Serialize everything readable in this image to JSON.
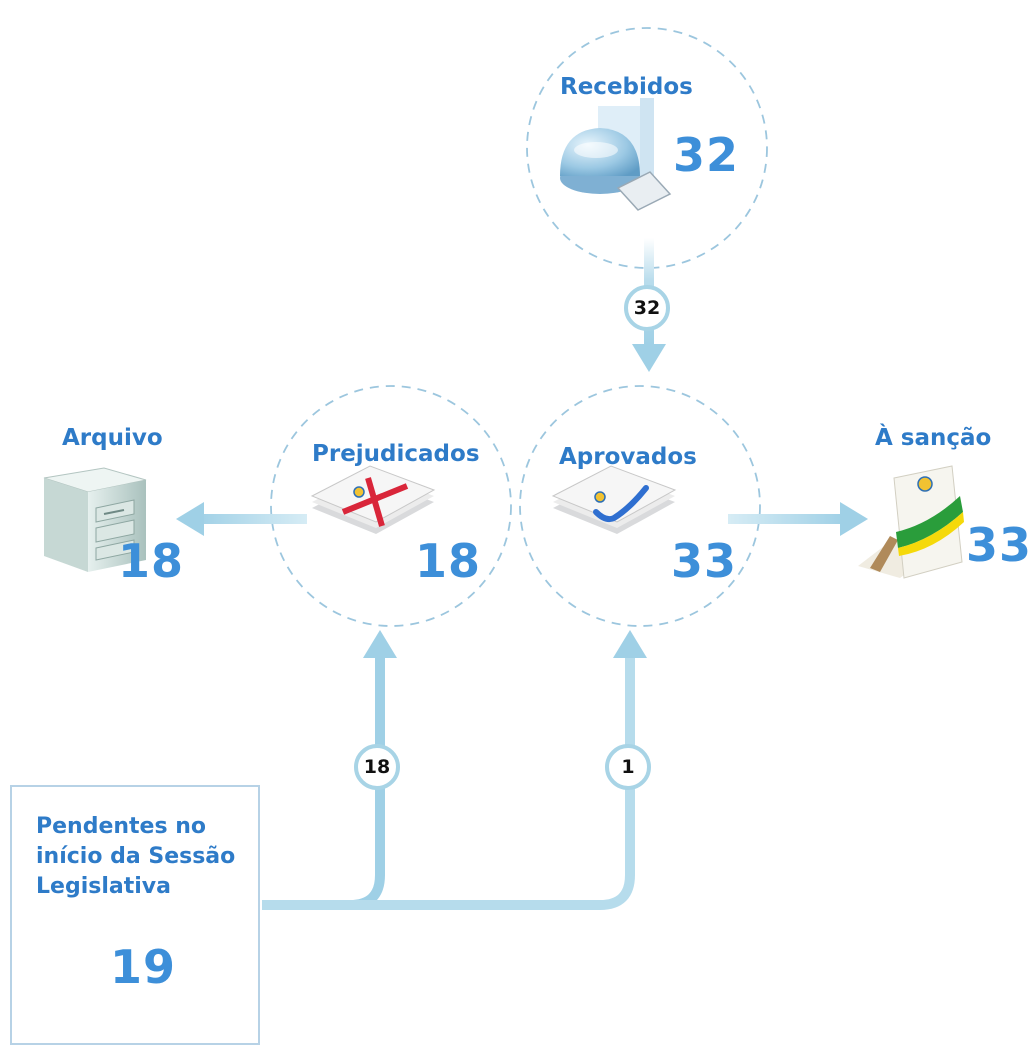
{
  "nodes": {
    "recebidos": {
      "label": "Recebidos",
      "count": "32"
    },
    "prejudicados": {
      "label": "Prejudicados",
      "count": "18"
    },
    "aprovados": {
      "label": "Aprovados",
      "count": "33"
    },
    "arquivo": {
      "label": "Arquivo",
      "count": "18"
    },
    "sancao": {
      "label": "À sanção",
      "count": "33"
    },
    "pendentes": {
      "label": "Pendentes no início da Sessão Legislativa",
      "count": "19"
    }
  },
  "flows": {
    "recebidos_to_aprovados": "32",
    "pendentes_to_prejudicados": "18",
    "pendentes_to_aprovados": "1"
  },
  "colors": {
    "accent": "#2e7bc8",
    "number": "#3d8fd9",
    "arrow": "#a8d4e6",
    "dashed": "#9cc6de",
    "brazil_green": "#2a9d3b",
    "brazil_yellow": "#f5d90a",
    "cross_red": "#d9263a",
    "check_blue": "#2f6fd0"
  },
  "icons": {
    "recebidos": "inbox-tray-icon",
    "prejudicados": "rejected-documents-icon",
    "aprovados": "approved-documents-icon",
    "arquivo": "filing-cabinet-icon",
    "sancao": "sanction-document-icon",
    "pendentes": "hourglass-icon"
  }
}
